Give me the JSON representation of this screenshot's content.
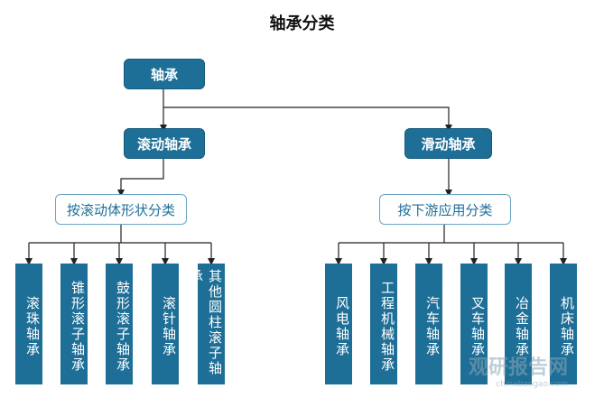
{
  "title": "轴承分类",
  "root": "轴承",
  "level1": {
    "left": "滚动轴承",
    "right": "滑动轴承"
  },
  "categories": {
    "left": "按滚动体形状分类",
    "right": "按下游应用分类"
  },
  "left_leaves": [
    "滚珠轴承",
    "锥形滚子轴承",
    "鼓形滚子轴承",
    "滚针轴承",
    "其他圆柱滚子轴承"
  ],
  "right_leaves": [
    "风电轴承",
    "工程机械轴承",
    "汽车轴承",
    "叉车轴承",
    "冶金轴承",
    "机床轴承"
  ],
  "watermark": {
    "main": "观研报告网",
    "sub": "chinabaogao.com"
  },
  "colors": {
    "node_fill": "#1e6f97",
    "category_border": "#6aa6c4",
    "connector": "#222222"
  }
}
